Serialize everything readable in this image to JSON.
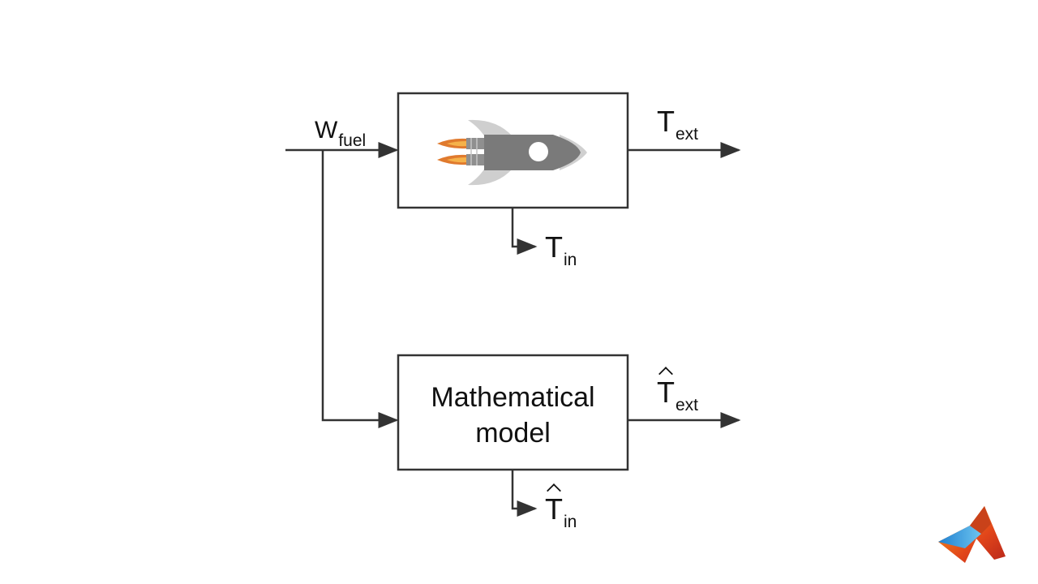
{
  "inputs": {
    "w_main": "W",
    "w_sub": "fuel"
  },
  "outputs": {
    "t_ext_main": "T",
    "t_ext_sub": "ext",
    "t_in_main": "T",
    "t_in_sub": "in",
    "t_ext_hat_main": "T",
    "t_ext_hat_sub": "ext",
    "t_in_hat_main": "T",
    "t_in_hat_sub": "in"
  },
  "blocks": {
    "plant_icon": "rocket-icon",
    "model_line1": "Mathematical",
    "model_line2": "model"
  },
  "logo": "matlab-logo-icon",
  "colors": {
    "line": "#333333",
    "flame_outer": "#e07a2e",
    "flame_inner": "#f5b24a",
    "rocket_body": "#7a7a7a",
    "rocket_fin": "#cfcfcf"
  }
}
